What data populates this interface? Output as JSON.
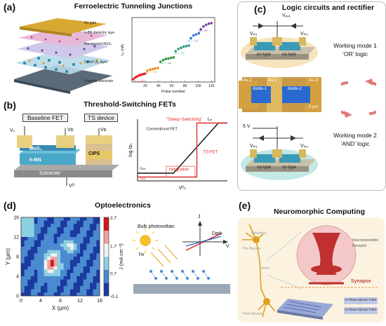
{
  "panel_a": {
    "letter": "(a)",
    "title": "Ferroelectric Tunneling Junctions",
    "layers": [
      "Au gate",
      "h-BN dielectric laye",
      "few-layered MoS₂",
      "CuInP₂S₆ layer",
      "Graphite electrode"
    ],
    "chart_data": {
      "type": "scatter",
      "xlabel": "Pulse number",
      "ylabel": "Iₒₙ (nA)",
      "xticks": [
        "20",
        "40",
        "60",
        "80",
        "100",
        "120"
      ],
      "xlim": [
        0,
        125
      ],
      "annotations": [
        "Vᵥ = 0V",
        "Vᵥ = -1V",
        "Vᵥ = -2V",
        "Vᵥ = -4V",
        "Vᵥ = -5V",
        "Vᵥ = -6V"
      ],
      "series": [
        {
          "color": "#e02020",
          "x": [
            2,
            5,
            8,
            11,
            14,
            17,
            20
          ],
          "y": [
            0.5,
            0.8,
            1.0,
            1.2,
            1.3,
            1.4,
            1.5
          ]
        },
        {
          "color": "#f08a1a",
          "x": [
            23,
            27,
            31,
            35,
            39
          ],
          "y": [
            2.0,
            2.2,
            2.3,
            2.4,
            2.5
          ]
        },
        {
          "color": "#2a9a3a",
          "x": [
            43,
            47,
            51,
            55,
            59,
            63
          ],
          "y": [
            3.6,
            3.9,
            4.1,
            4.2,
            4.3,
            4.4
          ]
        },
        {
          "color": "#2a9a8a",
          "x": [
            66,
            70,
            74,
            78,
            82,
            86
          ],
          "y": [
            5.5,
            5.9,
            6.1,
            6.3,
            6.4,
            6.5
          ]
        },
        {
          "color": "#2d6fd6",
          "x": [
            89,
            93,
            97,
            101
          ],
          "y": [
            7.8,
            8.3,
            8.5,
            8.7
          ]
        },
        {
          "color": "#7a3aaa",
          "x": [
            104,
            108,
            112,
            116,
            120
          ],
          "y": [
            9.4,
            9.9,
            10.2,
            10.4,
            10.5
          ]
        }
      ],
      "ylim": [
        0,
        11.5
      ]
    }
  },
  "panel_b": {
    "letter": "(b)",
    "title": "Threshold-Switching FETs",
    "baseline_label": "Baseline FET",
    "ts_label": "TS device",
    "labels": {
      "vs": "Vₛ",
      "vd": "Vᴅ",
      "vd2": "Vᴅ",
      "vg": "Vᴳ",
      "mos2": "MoS₂",
      "hbn": "h-BN",
      "cips": "CIPS",
      "substrate": "Substrate"
    },
    "chart_data": {
      "type": "line",
      "xlabel": "Vᴳₛ",
      "ylabel": "log Iᴅₛ",
      "annotations": [
        "“Steep-Switching”",
        "Iₒₙ",
        "Conventional FET",
        "Iₒₒₒ",
        "Iₒₒₒ",
        "Integration",
        "TS-FET"
      ],
      "series": [
        {
          "name": "Conventional FET",
          "color": "#111111",
          "x": [
            0,
            4,
            9,
            10
          ],
          "y": [
            1,
            1,
            7.5,
            7.5
          ]
        },
        {
          "name": "TS-FET",
          "color": "#e0302a",
          "x": [
            0,
            6.6,
            6.6,
            10
          ],
          "y": [
            0.5,
            0.5,
            7.5,
            7.5
          ]
        }
      ]
    }
  },
  "panel_c": {
    "letter": "(c)",
    "title": "Logic circuits and rectifier",
    "vout": "Vₒᵤₜ",
    "vin1": "Vᵢₙ₁",
    "vin2": "Vᵢₙ₂",
    "pn1": "pn-type",
    "pn2": "np-type",
    "np1": "np-type",
    "np2": "np-type",
    "mode1": "Working mode 1",
    "mode1_logic": "‘OR’ logic",
    "mode2": "Working mode 2",
    "mode2_logic": "‘AND’ logic",
    "au2": "Au-2",
    "au1": "Au-1",
    "au3": "Au-3",
    "diode1": "diode-1",
    "diode2": "diode-2",
    "scale": "5 μm",
    "supply": "5 V"
  },
  "panel_d": {
    "letter": "(d)",
    "title": "Optoelectronics",
    "chart_data": {
      "type": "heatmap",
      "xlabel": "X (μm)",
      "ylabel": "Y (μm)",
      "xticks": [
        "0",
        "4",
        "8",
        "12",
        "16"
      ],
      "yticks": [
        "0",
        "4",
        "8",
        "12",
        "16"
      ],
      "colorbar_label": "J (mA cm⁻²)",
      "colorbar_ticks": [
        "2.7",
        "1.7",
        "0.7",
        "-0.1"
      ],
      "colorscale": [
        "#1a3aa0",
        "#4a8ad0",
        "#8ad0e0",
        "#f0f0f0",
        "#f0a0a0",
        "#d01818"
      ]
    },
    "bulk_pv": "Bulk photovoltaic",
    "dark": "Dark",
    "j": "J",
    "v": "V",
    "hv": "hν"
  },
  "panel_e": {
    "letter": "(e)",
    "title": "Neuromorphic Computing",
    "synapse": "Synapse",
    "neuron_labels": [
      "Dendrites",
      "Pre-Neuron",
      "Axon",
      "Post-Neuron"
    ],
    "legend": [
      "Neurotransmitter",
      "Receptor"
    ],
    "device_labels": [
      "In-Plane Electric Field",
      "In-Plane Electric Field"
    ]
  }
}
